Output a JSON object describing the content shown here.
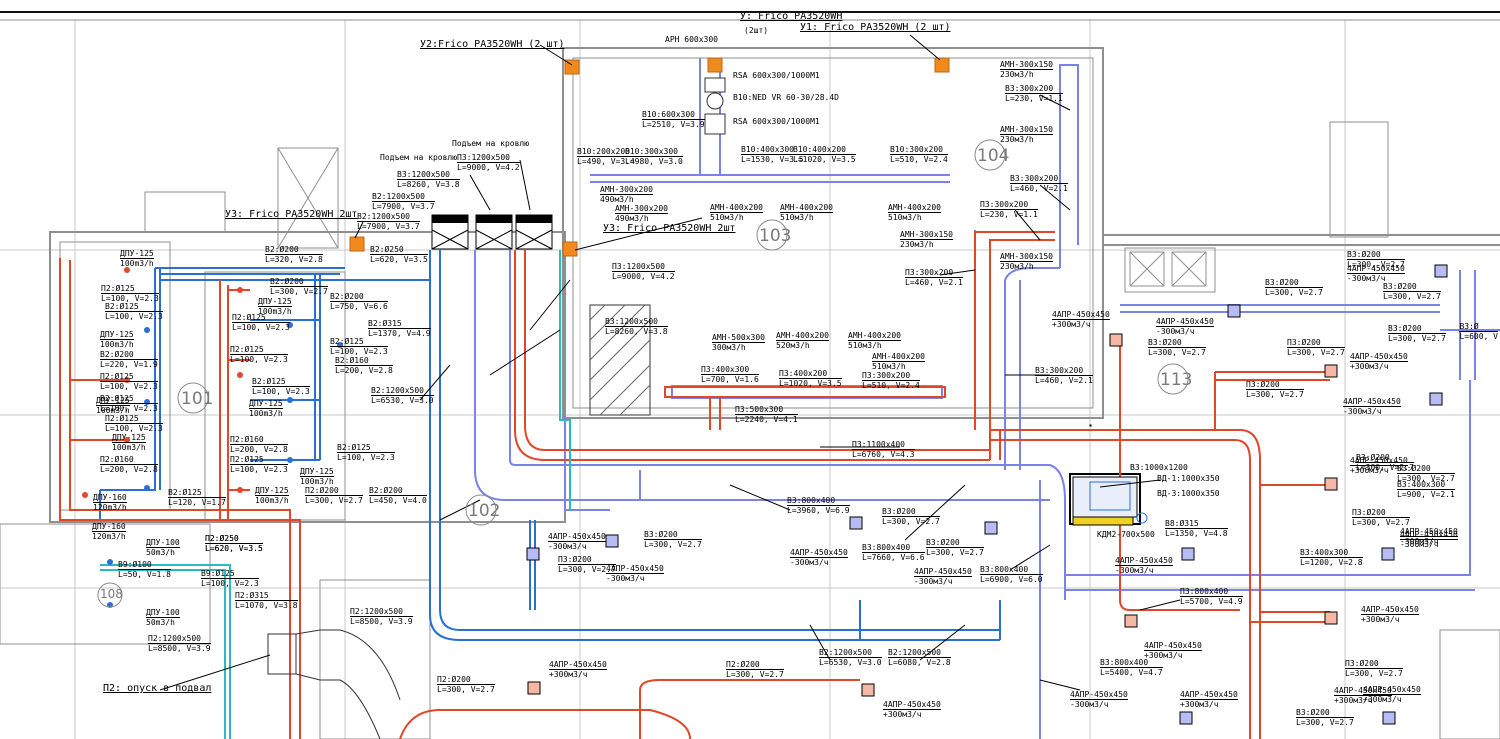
{
  "units": {
    "u1": {
      "title": "У1: Frico PA3520WH (2 шт)"
    },
    "u2": {
      "title": "У2:Frico PA3520WH (2 шт)"
    },
    "u3a": {
      "title": "У3: Frico PA3520WH 2шт"
    },
    "u3b": {
      "title": "У3: Frico PA3520WH 2шт"
    },
    "u_top": {
      "title": "У: Frico PA3520WH",
      "sub": "(2шт)"
    }
  },
  "rooms": [
    "101",
    "102",
    "103",
    "104",
    "108",
    "113"
  ],
  "notes": {
    "roof1": "Подъем на кровлю",
    "roof2": "Подъем на кровлю",
    "p2_basement": "П2: опуск в подвал"
  },
  "equipment": {
    "apn": "АРН 600х300",
    "rsa1": "RSA 600x300/1000M1",
    "ned": "В10:NED VR 60-30/28.4D",
    "rsa2": "RSA 600x300/1000M1"
  },
  "labels": [
    {
      "id": "b10_1",
      "t1": "В10:600х300",
      "t2": "L=2510, V=3.9"
    },
    {
      "id": "b10_2",
      "t1": "В10:200х200",
      "t2": "L=490, V=3.4"
    },
    {
      "id": "b10_3",
      "t1": "В10:300х300",
      "t2": "L=980, V=3.0"
    },
    {
      "id": "b10_4",
      "t1": "В10:400х300",
      "t2": "L=1530, V=3.5"
    },
    {
      "id": "b10_5",
      "t1": "В10:400х200",
      "t2": "L=1020, V=3.5"
    },
    {
      "id": "b10_6",
      "t1": "В10:300х200",
      "t2": "L=510, V=2.4"
    },
    {
      "id": "amn1",
      "t1": "АМН-300х200",
      "t2": "490м3/h"
    },
    {
      "id": "amn2",
      "t1": "АМН-300х200",
      "t2": "490м3/h"
    },
    {
      "id": "amn3",
      "t1": "АМН-400х200",
      "t2": "510м3/h"
    },
    {
      "id": "amn4",
      "t1": "АМН-400х200",
      "t2": "510м3/h"
    },
    {
      "id": "amn5",
      "t1": "АМН-400х200",
      "t2": "510м3/h"
    },
    {
      "id": "amn6",
      "t1": "АМН-300х150",
      "t2": "230м3/h"
    },
    {
      "id": "amn7",
      "t1": "АМН-300х150",
      "t2": "230м3/h"
    },
    {
      "id": "amn8",
      "t1": "АМН-300х150",
      "t2": "230м3/h"
    },
    {
      "id": "amn9",
      "t1": "АМН-300х150",
      "t2": "230м3/h"
    },
    {
      "id": "b3_r1",
      "t1": "В3:300х200",
      "t2": "L=230, V=1.1"
    },
    {
      "id": "b3_r2",
      "t1": "В3:300х200",
      "t2": "L=460, V=2.1"
    },
    {
      "id": "p3_r1",
      "t1": "П3:300х200",
      "t2": "L=230, V=1.1"
    },
    {
      "id": "p3_r2",
      "t1": "П3:300х200",
      "t2": "L=460, V=2.1"
    },
    {
      "id": "b3_r3",
      "t1": "В3:300х200",
      "t2": "L=460, V=2.1"
    },
    {
      "id": "b3_1200",
      "t1": "В3:1200х500",
      "t2": "L=8260, V=3.8"
    },
    {
      "id": "p3_1200",
      "t1": "П3:1200х500",
      "t2": "L=9000, V=4.2"
    },
    {
      "id": "b2_1200a",
      "t1": "В2:1200х500",
      "t2": "L=7900, V=3.7"
    },
    {
      "id": "b2_1200b",
      "t1": "В2:1200х500",
      "t2": "L=7900, V=3.7"
    },
    {
      "id": "b2_250",
      "t1": "В2:Ø250",
      "t2": "L=620, V=3.5"
    },
    {
      "id": "b2_200a",
      "t1": "В2:Ø200",
      "t2": "L=320, V=2.8"
    },
    {
      "id": "p3_1200b",
      "t1": "П3:1200х500",
      "t2": "L=9000, V=4.2"
    },
    {
      "id": "b3_1200b",
      "t1": "В3:1200х500",
      "t2": "L=8260, V=3.8"
    },
    {
      "id": "amn10",
      "t1": "АМН-500х300",
      "t2": "300м3/h"
    },
    {
      "id": "amn11",
      "t1": "АМН-400х200",
      "t2": "520м3/h"
    },
    {
      "id": "amn12",
      "t1": "АМН-400х200",
      "t2": "510м3/h"
    },
    {
      "id": "amn13",
      "t1": "АМН-400х200",
      "t2": "510м3/h"
    },
    {
      "id": "p3_400",
      "t1": "П3:400х300",
      "t2": "L=700, V=1.6"
    },
    {
      "id": "p3_400b",
      "t1": "П3:400х200",
      "t2": "L=1020, V=3.5"
    },
    {
      "id": "p3_300",
      "t1": "П3:300х200",
      "t2": "L=510, V=2.4"
    },
    {
      "id": "p3_500",
      "t1": "П3:500х300",
      "t2": "L=2240, V=4.1"
    },
    {
      "id": "p3_1100",
      "t1": "П3:1100х400",
      "t2": "L=6760, V=4.3"
    },
    {
      "id": "b2_1200c",
      "t1": "В2:1200х500",
      "t2": "L=6530, V=3.0"
    },
    {
      "id": "b3_800",
      "t1": "В3:800х400",
      "t2": "L=3960, V=6.9"
    },
    {
      "id": "b3_200a",
      "t1": "В3:Ø200",
      "t2": "L=300, V=2.7"
    },
    {
      "id": "b3_800b",
      "t1": "В3:800х400",
      "t2": "L=7660, V=6.6"
    },
    {
      "id": "b3_200b",
      "t1": "В3:Ø200",
      "t2": "L=300, V=2.7"
    },
    {
      "id": "b3_800c",
      "t1": "В3:800х400",
      "t2": "L=6900, V=6.0"
    },
    {
      "id": "b2_200b",
      "t1": "В2:Ø200",
      "t2": "L=450, V=4.0"
    },
    {
      "id": "b3_200c",
      "t1": "В3:Ø200",
      "t2": "L=300, V=2.7"
    },
    {
      "id": "p2_1200",
      "t1": "П2:1200х500",
      "t2": "L=8500, V=3.9"
    },
    {
      "id": "p2_1200b",
      "t1": "П2:1200х500",
      "t2": "L=8500, V=3.9"
    },
    {
      "id": "p2_250",
      "t1": "П2:Ø250",
      "t2": "L=620, V=3.5"
    },
    {
      "id": "p2_315",
      "t1": "П2:Ø315",
      "t2": "L=1070, V=3.8"
    },
    {
      "id": "b9_125",
      "t1": "В9:Ø125",
      "t2": "L=100, V=2.3"
    },
    {
      "id": "b9_100",
      "t1": "В9:Ø100",
      "t2": "L=50, V=1.8"
    },
    {
      "id": "p2_200a",
      "t1": "П2:Ø200",
      "t2": "L=300, V=2.7"
    },
    {
      "id": "p2_200b",
      "t1": "П2:Ø200",
      "t2": "L=300, V=2.7"
    },
    {
      "id": "b2_1200d",
      "t1": "В2:1200х500",
      "t2": "L=6530, V=3.0"
    },
    {
      "id": "b2_1200e",
      "t1": "В2:1200х500",
      "t2": "L=6080, V=2.8"
    },
    {
      "id": "b3_800d",
      "t1": "В3:800х400",
      "t2": "L=5400, V=4.7"
    },
    {
      "id": "p3_800",
      "t1": "П3:800х400",
      "t2": "L=5700, V=4.9"
    },
    {
      "id": "b3_1000",
      "t1": "В3:1000х1200",
      "t2": ""
    },
    {
      "id": "vd1",
      "t1": "ВД-1:1000х350",
      "t2": ""
    },
    {
      "id": "vd3",
      "t1": "ВД-3:1000х350",
      "t2": ""
    },
    {
      "id": "b8_315",
      "t1": "В8:Ø315",
      "t2": "L=1350, V=4.8"
    },
    {
      "id": "kdm",
      "t1": "КДМ2-700х500",
      "t2": ""
    },
    {
      "id": "b3_400r",
      "t1": "В3:400х300",
      "t2": "L=1200, V=2.8"
    },
    {
      "id": "b3_400s",
      "t1": "В3:400х300",
      "t2": "L=900, V=2.1"
    },
    {
      "id": "p3_200r1",
      "t1": "П3:Ø200",
      "t2": "L=300, V=2.7"
    },
    {
      "id": "p3_200r2",
      "t1": "П3:Ø200",
      "t2": "L=300, V=2.7"
    },
    {
      "id": "p3_200r3",
      "t1": "П3:Ø200",
      "t2": "L=300, V=2.7"
    },
    {
      "id": "p3_200r4",
      "t1": "П3:Ø200",
      "t2": "L=300, V=2.7"
    },
    {
      "id": "b3_200r1",
      "t1": "В3:Ø200",
      "t2": "L=300, V=2.7"
    },
    {
      "id": "b3_200r2",
      "t1": "В3:Ø200",
      "t2": "L=300, V=2.7"
    },
    {
      "id": "b3_200r3",
      "t1": "В3:Ø200",
      "t2": "L=300, V=2.7"
    },
    {
      "id": "b3_200r4",
      "t1": "В3:Ø200",
      "t2": "L=300, V=2.7"
    },
    {
      "id": "b3_200r5",
      "t1": "В3:Ø200",
      "t2": "L=300, V=2.7"
    },
    {
      "id": "b3_200r6",
      "t1": "В3:Ø200",
      "t2": "L=300, V=2.7"
    },
    {
      "id": "b3_200r7",
      "t1": "В3:Ø200",
      "t2": "L=300, V=2.7"
    },
    {
      "id": "p3_200r5",
      "t1": "П3:Ø200",
      "t2": "L=300, V=2.7"
    },
    {
      "id": "b3_200r8",
      "t1": "В3:Ø200",
      "t2": "L=300, V=2.7"
    },
    {
      "id": "b3_r_edge",
      "t1": "В3:Ø",
      "t2": "L=600, V"
    }
  ],
  "left_labels": [
    {
      "id": "dpu1",
      "t1": "ДПУ-125",
      "t2": "100m3/h"
    },
    {
      "id": "p2_125a",
      "t1": "П2:Ø125",
      "t2": "L=100, V=2.3"
    },
    {
      "id": "b2_125a",
      "t1": "В2:Ø125",
      "t2": "L=100, V=2.3"
    },
    {
      "id": "dpu2",
      "t1": "ДПУ-125",
      "t2": "100m3/h"
    },
    {
      "id": "b2_200c",
      "t1": "В2:Ø200",
      "t2": "L=220, V=1.9"
    },
    {
      "id": "p2_125b",
      "t1": "П2:Ø125",
      "t2": "L=100, V=2.3"
    },
    {
      "id": "b2_125b",
      "t1": "В2:Ø125",
      "t2": "L=100, V=2.3"
    },
    {
      "id": "dpu3",
      "t1": "ДПУ-125",
      "t2": "100m3/h"
    },
    {
      "id": "p2_125c",
      "t1": "П2:Ø125",
      "t2": "L=100, V=2.3"
    },
    {
      "id": "dpu4",
      "t1": "ДПУ-125",
      "t2": "100m3/h"
    },
    {
      "id": "p2_160a",
      "t1": "П2:Ø160",
      "t2": "L=200, V=2.8"
    },
    {
      "id": "dpu5",
      "t1": "ДПУ-160",
      "t2": "120m3/h"
    },
    {
      "id": "dpu6",
      "t1": "ДПУ-160",
      "t2": "120m3/h"
    },
    {
      "id": "b2_125c",
      "t1": "В2:Ø125",
      "t2": "L=120, V=1.7"
    },
    {
      "id": "p2_250b",
      "t1": "П2:Ø250",
      "t2": "L=620, V=3.5"
    },
    {
      "id": "dpu7",
      "t1": "ДПУ-100",
      "t2": "50m3/h"
    },
    {
      "id": "dpu8",
      "t1": "ДПУ-100",
      "t2": "50m3/h"
    },
    {
      "id": "b2_200d",
      "t1": "В2:Ø200",
      "t2": "L=300, V=2.7"
    },
    {
      "id": "p2_125d",
      "t1": "П2:Ø125",
      "t2": "L=100, V=2.3"
    },
    {
      "id": "dpu9",
      "t1": "ДПУ-125",
      "t2": "100m3/h"
    },
    {
      "id": "b2_200e",
      "t1": "В2:Ø200",
      "t2": "L=750, V=6.6"
    },
    {
      "id": "b2_125d",
      "t1": "В2:Ø125",
      "t2": "L=100, V=2.3"
    },
    {
      "id": "b2_160",
      "t1": "В2:Ø160",
      "t2": "L=200, V=2.8"
    },
    {
      "id": "b2_315",
      "t1": "В2:Ø315",
      "t2": "L=1370, V=4.9"
    },
    {
      "id": "p2_125e",
      "t1": "П2:Ø125",
      "t2": "L=100, V=2.3"
    },
    {
      "id": "b2_125e",
      "t1": "В2:Ø125",
      "t2": "L=100, V=2.3"
    },
    {
      "id": "dpu10",
      "t1": "ДПУ-125",
      "t2": "100m3/h"
    },
    {
      "id": "p2_160b",
      "t1": "П2:Ø160",
      "t2": "L=200, V=2.8"
    },
    {
      "id": "p2_125f",
      "t1": "П2:Ø125",
      "t2": "L=100, V=2.3"
    },
    {
      "id": "b2_125f",
      "t1": "В2:Ø125",
      "t2": "L=100, V=2.3"
    },
    {
      "id": "dpu11",
      "t1": "ДПУ-125",
      "t2": "100m3/h"
    },
    {
      "id": "dpu12",
      "t1": "ДПУ-125",
      "t2": "100m3/h"
    },
    {
      "id": "p2_200c",
      "t1": "П2:Ø200",
      "t2": "L=300, V=2.7"
    }
  ],
  "grilles": [
    {
      "id": "g1",
      "t1": "4АПР-450х450",
      "t2": "+300м3/ч"
    },
    {
      "id": "g2",
      "t1": "4АПР-450х450",
      "t2": "-300м3/ч"
    },
    {
      "id": "g3",
      "t1": "4АПР-450х450",
      "t2": "-300м3/ч"
    },
    {
      "id": "g4",
      "t1": "4АПР-450х450",
      "t2": "+300м3/ч"
    },
    {
      "id": "g5",
      "t1": "4АПР-450х450",
      "t2": "-300м3/ч"
    },
    {
      "id": "g6",
      "t1": "4АПР-450х450",
      "t2": "+300м3/ч"
    },
    {
      "id": "g7",
      "t1": "4АПР-450х450",
      "t2": "-300м3/ч"
    },
    {
      "id": "g8",
      "t1": "4АПР-450х450",
      "t2": "+300м3/ч"
    },
    {
      "id": "g9",
      "t1": "4АПР-450х450",
      "t2": "-300м3/ч"
    },
    {
      "id": "g10",
      "t1": "4АПР-450х450",
      "t2": "-300м3/ч"
    },
    {
      "id": "g11",
      "t1": "4АПР-450х450",
      "t2": "-300м3/ч"
    },
    {
      "id": "g12",
      "t1": "4АПР-450х450",
      "t2": "-300м3/ч"
    },
    {
      "id": "g13",
      "t1": "4АПР-450х450",
      "t2": "+300м3/ч"
    },
    {
      "id": "g14",
      "t1": "4АПР-450х450",
      "t2": "+300м3/ч"
    },
    {
      "id": "g15",
      "t1": "4АПР-450х450",
      "t2": "+300м3/ч"
    },
    {
      "id": "g16",
      "t1": "4АПР-450х450",
      "t2": "+300м3/ч"
    },
    {
      "id": "g17",
      "t1": "4АПР-450х450",
      "t2": "-300м3/ч"
    },
    {
      "id": "g18",
      "t1": "4АПР-450х450",
      "t2": "+300м3/ч"
    },
    {
      "id": "g19",
      "t1": "4АПР-450х450",
      "t2": "-300м3/ч"
    },
    {
      "id": "g20",
      "t1": "4АПР-450х450",
      "t2": "-300м3/ч"
    },
    {
      "id": "g21",
      "t1": "4АПР-450х450",
      "t2": "+300м3/ч"
    }
  ],
  "colors": {
    "supply": "#e0482a",
    "exhaust_dark": "#2a6fd6",
    "exhaust_light": "#7b82e8",
    "aux": "#29b9c9",
    "wall": "#8f8f8f",
    "text": "#000000",
    "accent_orange": "#f08a1c"
  }
}
